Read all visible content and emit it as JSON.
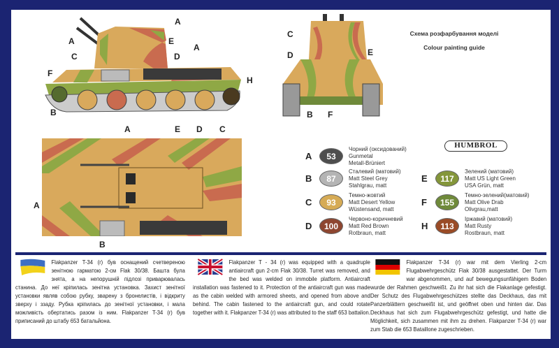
{
  "heading": {
    "ua": "Схема розфарбування моделі",
    "en": "Colour painting guide"
  },
  "brand": "HUMBROL",
  "labels": {
    "A": "A",
    "B": "B",
    "C": "C",
    "D": "D",
    "E": "E",
    "F": "F",
    "H": "H"
  },
  "paints": [
    {
      "letter": "A",
      "code": "53",
      "color": "#4e4e4e",
      "ua": "Чорний (оксидований)",
      "en": "Gunmetal",
      "de": "Metall-Brüniert"
    },
    {
      "letter": "B",
      "code": "87",
      "color": "#b4b4b4",
      "ua": "Сталевий (матовий)",
      "en": "Matt Steel Grey",
      "de": "Stahlgrau, matt"
    },
    {
      "letter": "C",
      "code": "93",
      "color": "#d6ab55",
      "ua": "Темно-жовтий",
      "en": "Matt Desert Yellow",
      "de": "Wüstensand, matt"
    },
    {
      "letter": "D",
      "code": "100",
      "color": "#8e4630",
      "ua": "Червоно-коричневий",
      "en": "Matt Red Brown",
      "de": "Rotbraun, matt"
    },
    {
      "letter": "E",
      "code": "117",
      "color": "#84963a",
      "ua": "Зелений (матовий)",
      "en": "Matt US Light Green",
      "de": "USA Grün, matt"
    },
    {
      "letter": "F",
      "code": "155",
      "color": "#6f8a3a",
      "ua": "Темно-зелений(матовий)",
      "en": "Matt Olive Drab",
      "de": "Olivgrau,matt"
    },
    {
      "letter": "H",
      "code": "113",
      "color": "#9a4b26",
      "ua": "Іржавий (матовий)",
      "en": "Matt Rusty",
      "de": "Rostbraun, matt"
    }
  ],
  "texts": {
    "ua": "Flakpanzer T-34 (r) був оснащений счетвереною зенітною гарматою 2-см Flak 30/38. Башта була знята, а на непорушній підлозі приварювалась станина. До неї кріпилась зенітна установка. Захист зенітної установки являв собою рубку, зварену з бронелистів, і відкриту зверху і ззаду. Рубка кріпилась до зенітної установки, і мала можливість обертатись разом із ним. Flakpanzer T-34 (r) був приписаний до штабу 653 батальйона.",
    "en": "Flakpanzer T - 34 (r) was equipped with a quadruple antiaircraft gun 2-cm Flak 30/38. Turret was removed, and the bed was welded on immobile platform. Antiaircraft installation was fastened to it. Protection of the antiaircraft gun was made as the cabin welded with armored sheets, and opened from above and behind. The cabin fastened to the antiaircraft gun, and could rotate together with it. Flakpanzer T-34 (r) was attributed to the staff 653 battalion.",
    "de": "Flakpanzer T-34 (r) war mit dem Vierling 2-cm Flugabwehrgeschütz Flak 30/38 ausgestattet. Der Turm war abgenommen, und auf bewegungsunfähigem Boden wurde der Rahmen geschweißt. Zu ihr hat sich die Flakanlage gefestigt. Der Schutz des Flugabwehrgeschützes stellte das Deckhaus, das mit Panzerblättern geschweißt ist, und geöffnet oben und hinten dar. Das Deckhaus hat sich zum Flugabwehrgeschütz gefestigt, und hatte die Möglichkeit, sich zusammen mit ihm zu drehen. Flakpanzer T-34 (r) war zum Stab die 653 Bataillone zugeschrieben."
  },
  "colors": {
    "frame": "#1b2472",
    "tan": "#d9a95c",
    "green": "#8fa845",
    "red": "#c96b4f"
  }
}
